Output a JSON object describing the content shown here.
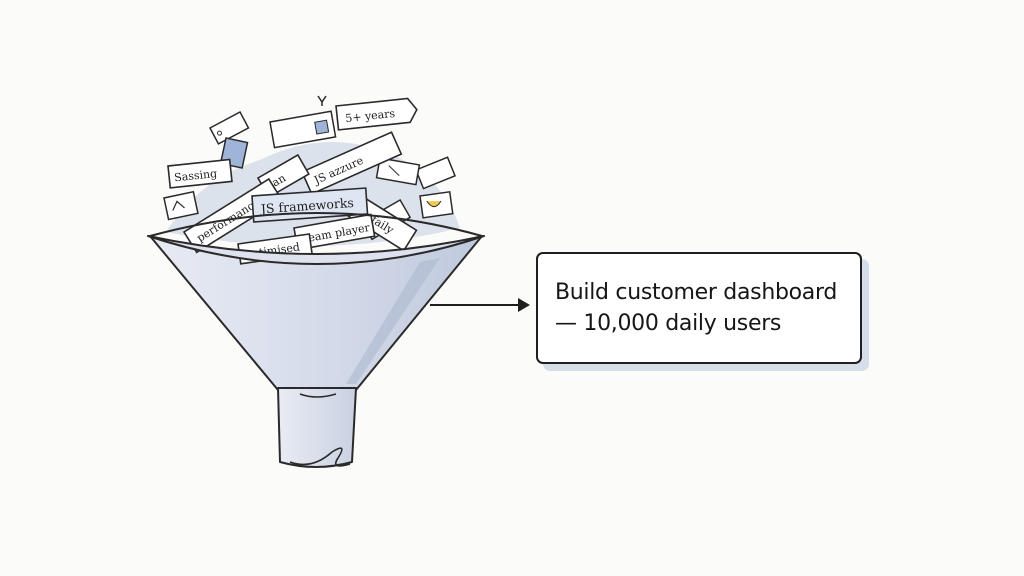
{
  "funnel_tags": {
    "years": "5+ years",
    "js_frameworks": "JS frameworks",
    "team_player": "team player",
    "js_azzure": "JS azzure",
    "sassing": "Sassing",
    "performance": "performance",
    "bus_faily": "Bus faily",
    "an": "an",
    "optimised": "optimised"
  },
  "result": {
    "line1": "Build customer dashboard",
    "line2": "— 10,000 daily users"
  }
}
